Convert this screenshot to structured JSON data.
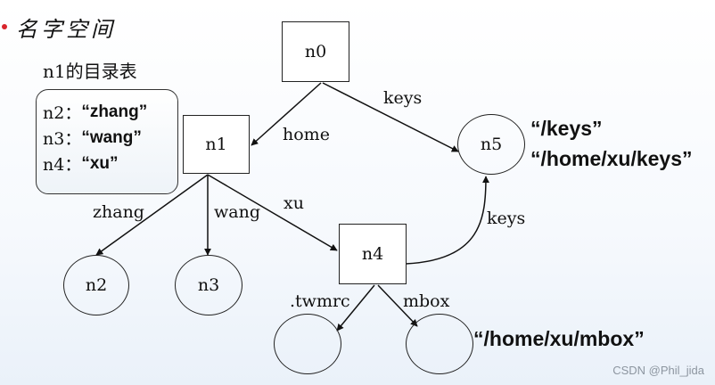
{
  "title": "名字空间",
  "directory": {
    "title": "n1的目录表",
    "entries": [
      {
        "key": "n2：",
        "value": "“zhang”"
      },
      {
        "key": "n3：",
        "value": "“wang”"
      },
      {
        "key": "n4：",
        "value": "“xu”"
      }
    ]
  },
  "nodes": {
    "n0": "n0",
    "n1": "n1",
    "n2": "n2",
    "n3": "n3",
    "n4": "n4",
    "n5": "n5"
  },
  "edges": {
    "home": "home",
    "keys_top": "keys",
    "zhang": "zhang",
    "wang": "wang",
    "xu": "xu",
    "keys_n4": "keys",
    "twmrc": ".twmrc",
    "mbox": "mbox"
  },
  "paths": {
    "keys": "“/keys”",
    "home_xu_keys": "“/home/xu/keys”",
    "home_xu_mbox": "“/home/xu/mbox”"
  },
  "watermark": "CSDN @Phil_jida"
}
